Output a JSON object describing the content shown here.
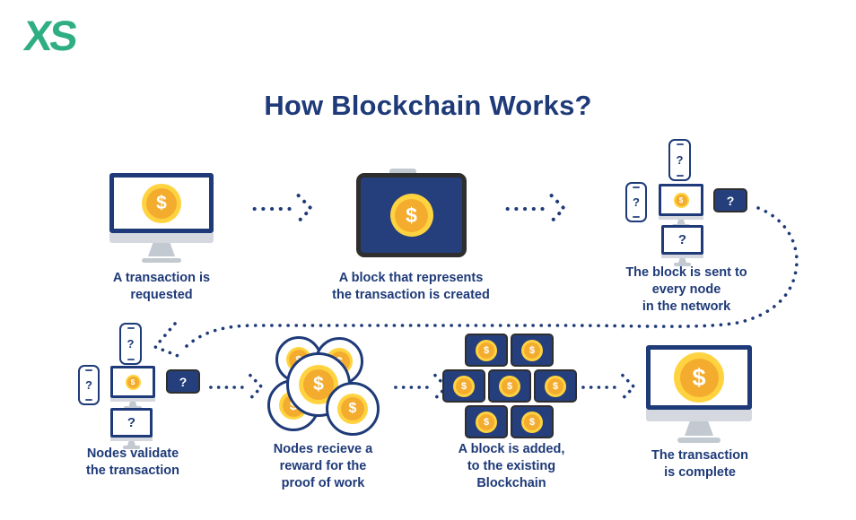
{
  "logo": {
    "text": "XS"
  },
  "title": "How Blockchain Works?",
  "steps": {
    "s1": {
      "caption": "A transaction is\nrequested"
    },
    "s2": {
      "caption": "A block that represents\nthe transaction is created"
    },
    "s3": {
      "caption": "The block is  sent to\nevery node\nin the network"
    },
    "s4": {
      "caption": "Nodes validate\nthe transaction"
    },
    "s5": {
      "caption": "Nodes recieve a\nreward for the\nproof of work"
    },
    "s6": {
      "caption": "A block is added,\nto the existing\nBlockchain"
    },
    "s7": {
      "caption": "The transaction\nis complete"
    }
  },
  "symbols": {
    "dollar": "$",
    "question": "?"
  },
  "colors": {
    "navy": "#1e3a78",
    "green": "#2fae84",
    "block_fill": "#253f7c",
    "coin_outer": "#ffd340",
    "coin_inner": "#f4ac2f",
    "device_frame_dark": "#2e2e2e",
    "stand_gray": "#c3c9d1",
    "background": "#ffffff"
  }
}
